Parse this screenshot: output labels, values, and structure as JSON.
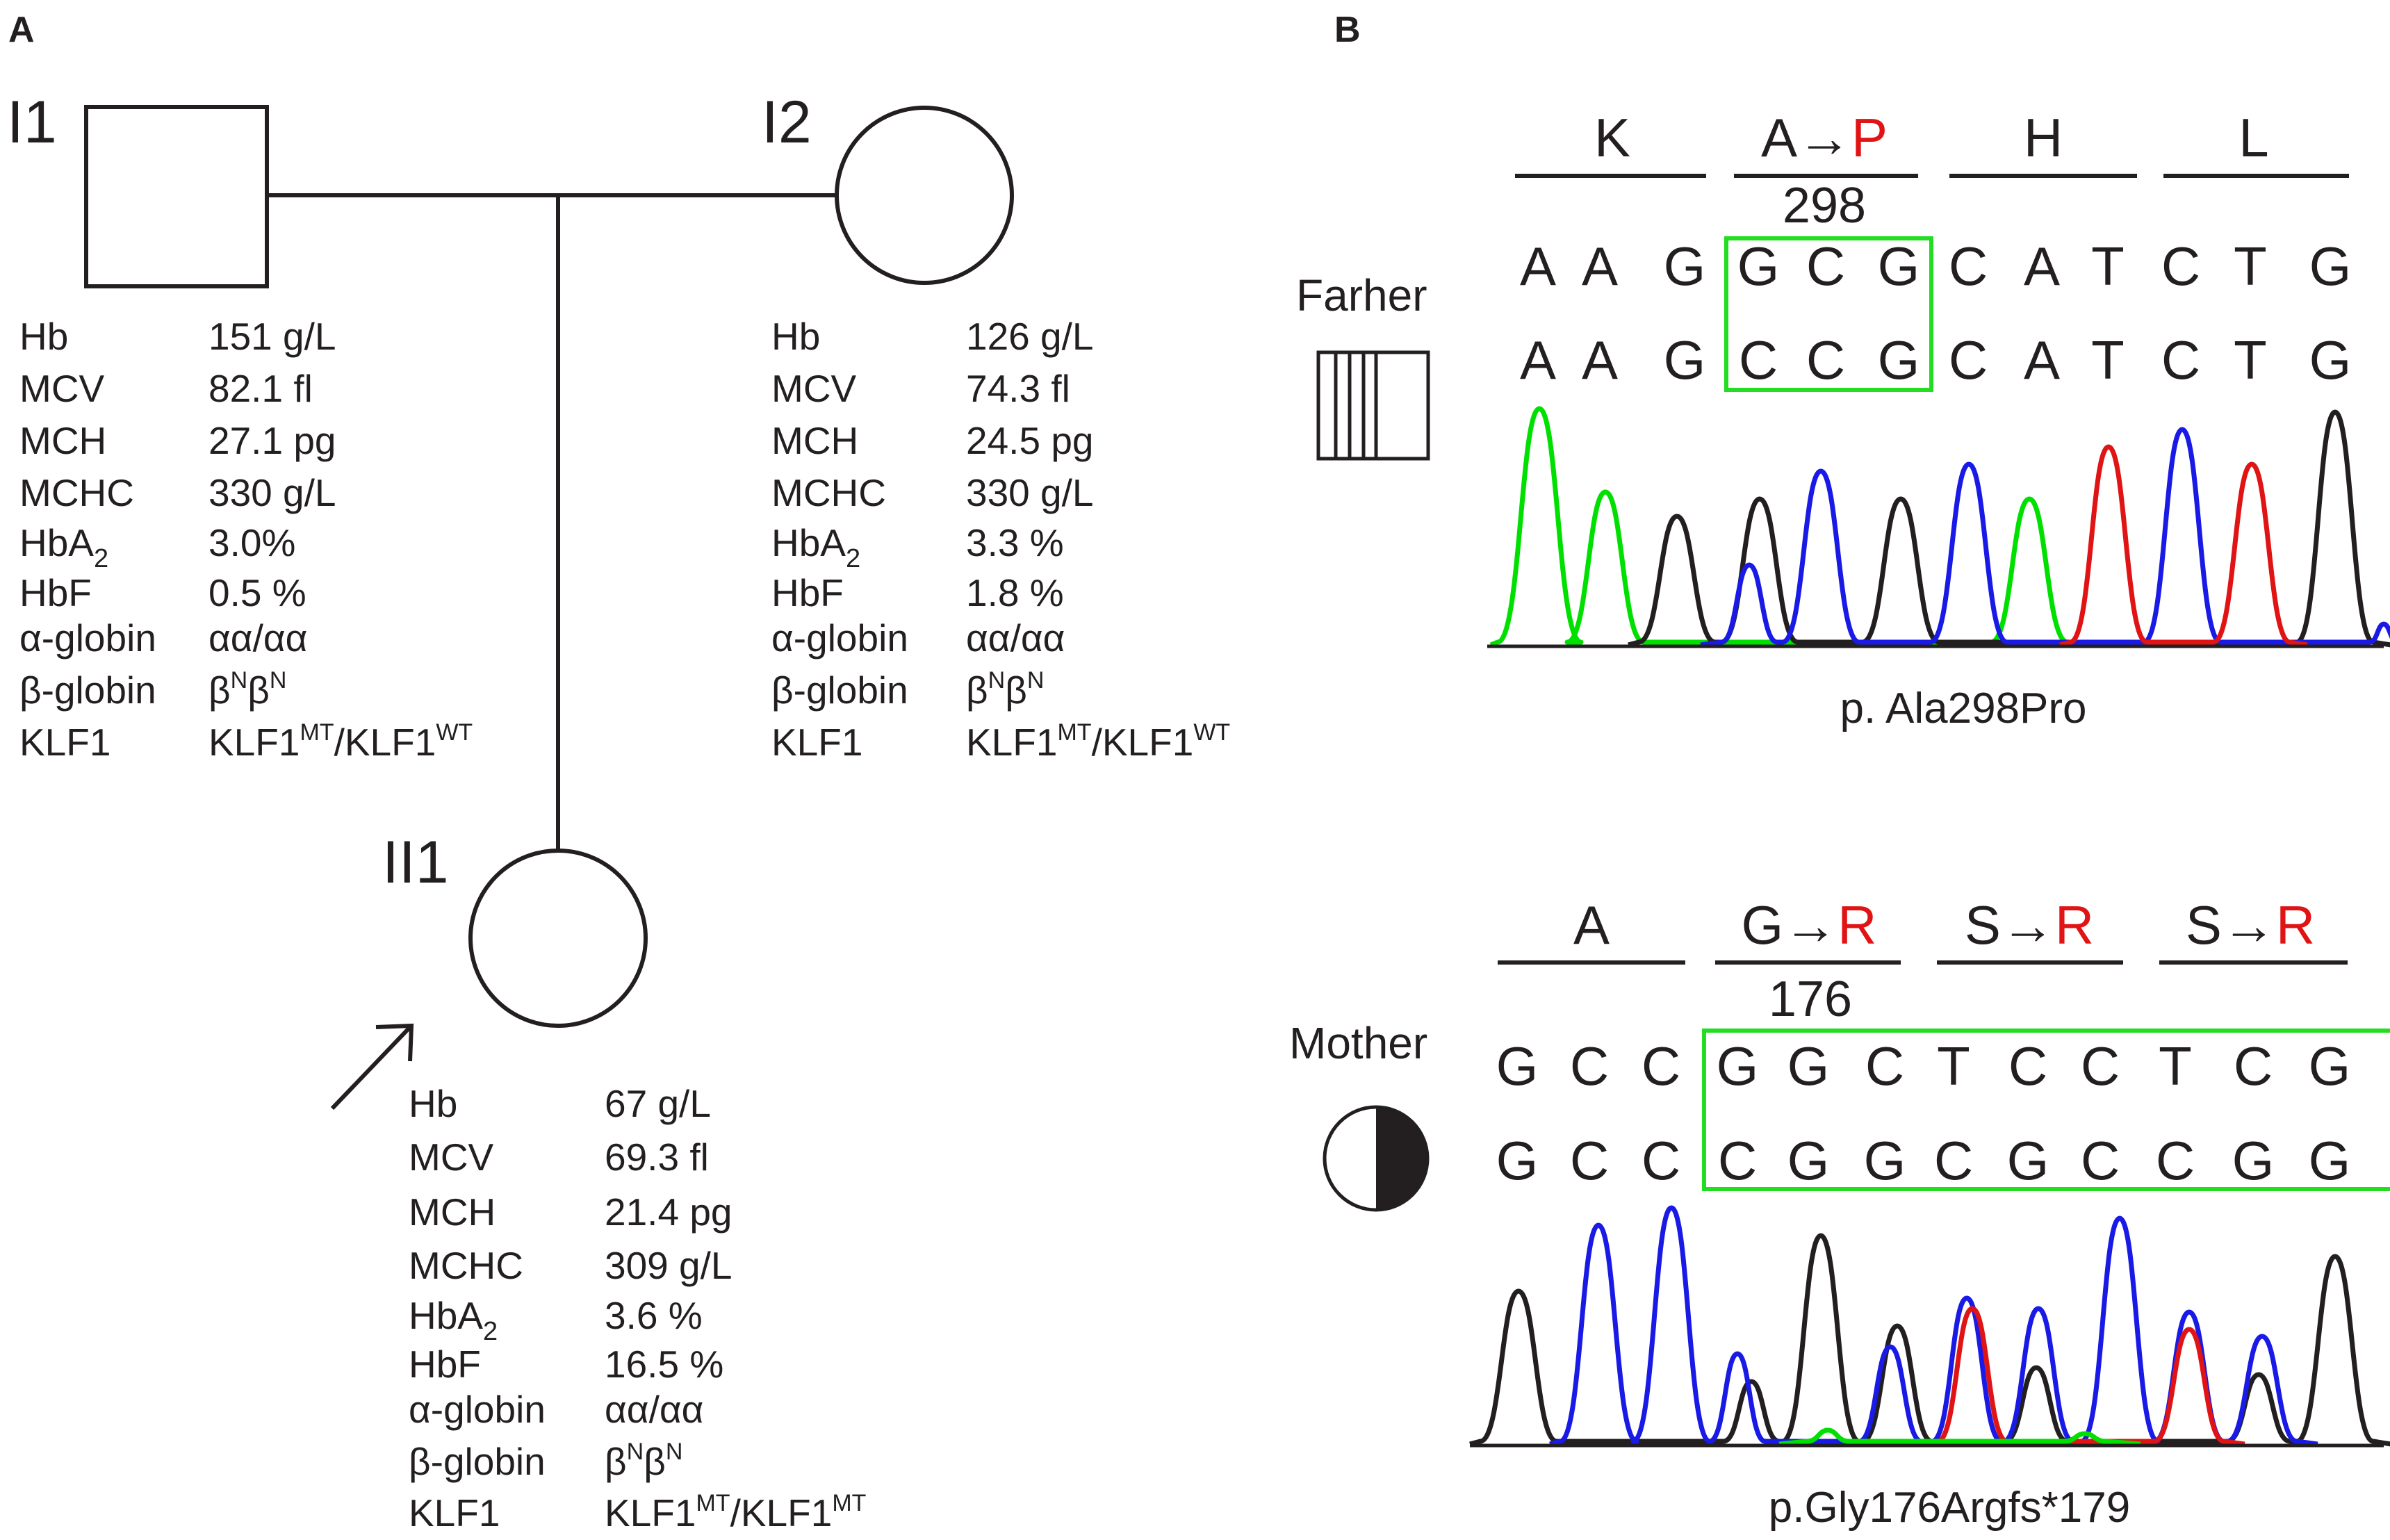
{
  "panels": {
    "a": "A",
    "b": "B"
  },
  "pedigree": {
    "i1": {
      "id": "I1"
    },
    "i2": {
      "id": "I2"
    },
    "ii1": {
      "id": "II1"
    },
    "rows": [
      "Hb",
      "MCV",
      "MCH",
      "MCHC",
      "HbA",
      "HbF",
      "α-globin",
      "β-globin",
      "KLF1"
    ],
    "hba2_sub": "2",
    "i1_values": {
      "hb": "151 g/L",
      "mcv": "82.1 fl",
      "mch": "27.1 pg",
      "mchc": "330 g/L",
      "hba2": "3.0%",
      "hbf": "0.5 %",
      "alpha": "αα/αα",
      "beta": {
        "a": "β",
        "a_sup": "N",
        "b": "β",
        "b_sup": "N"
      },
      "klf1": {
        "a": "KLF1",
        "a_sup": "MT",
        "sep": "/KLF1",
        "b_sup": "WT"
      }
    },
    "i2_values": {
      "hb": "126 g/L",
      "mcv": "74.3 fl",
      "mch": "24.5 pg",
      "mchc": "330 g/L",
      "hba2": "3.3 %",
      "hbf": "1.8 %",
      "alpha": "αα/αα",
      "beta": {
        "a": "β",
        "a_sup": "N",
        "b": "β",
        "b_sup": "N"
      },
      "klf1": {
        "a": "KLF1",
        "a_sup": "MT",
        "sep": "/KLF1",
        "b_sup": "WT"
      }
    },
    "ii1_values": {
      "hb": "67 g/L",
      "mcv": "69.3 fl",
      "mch": "21.4 pg",
      "mchc": "309 g/L",
      "hba2": "3.6 %",
      "hbf": "16.5 %",
      "alpha": "αα/αα",
      "beta": {
        "a": "β",
        "a_sup": "N",
        "b": "β",
        "b_sup": "N"
      },
      "klf1": {
        "a": "KLF1",
        "a_sup": "MT",
        "sep": "/KLF1",
        "b_sup": "MT"
      }
    }
  },
  "sequencing": {
    "father": {
      "label": "Farher",
      "codons": [
        {
          "from": "K",
          "arrow": "",
          "to": ""
        },
        {
          "from": "A",
          "arrow": "→",
          "to": "P"
        },
        {
          "from": "H",
          "arrow": "",
          "to": ""
        },
        {
          "from": "L",
          "arrow": "",
          "to": ""
        }
      ],
      "position": "298",
      "ref": [
        "A",
        "A",
        "G",
        "G",
        "C",
        "G",
        "C",
        "A",
        "T",
        "C",
        "T",
        "G"
      ],
      "mut": [
        "A",
        "A",
        "G",
        "C",
        "C",
        "G",
        "C",
        "A",
        "T",
        "C",
        "T",
        "G"
      ],
      "mut_red": [
        3
      ],
      "caption": "p. Ala298Pro"
    },
    "mother": {
      "label": "Mother",
      "codons": [
        {
          "from": "A",
          "arrow": "",
          "to": ""
        },
        {
          "from": "G",
          "arrow": "→",
          "to": "R"
        },
        {
          "from": "S",
          "arrow": "→",
          "to": "R"
        },
        {
          "from": "S",
          "arrow": "→",
          "to": "R"
        }
      ],
      "position": "176",
      "ref": [
        "G",
        "C",
        "C",
        "G",
        "G",
        "C",
        "T",
        "C",
        "C",
        "T",
        "C",
        "G"
      ],
      "mut": [
        "G",
        "C",
        "C",
        "C",
        "G",
        "G",
        "C",
        "G",
        "C",
        "C",
        "G",
        "G"
      ],
      "mut_red": [
        3,
        4,
        5,
        6,
        7,
        8,
        9
      ],
      "caption": "p.Gly176Argfs*179"
    }
  },
  "colors": {
    "black": "#231f20",
    "green": "#00e000",
    "blue": "#1a1ae6",
    "red": "#e01414",
    "box": "#22dd22",
    "mutation": "#e01414"
  }
}
